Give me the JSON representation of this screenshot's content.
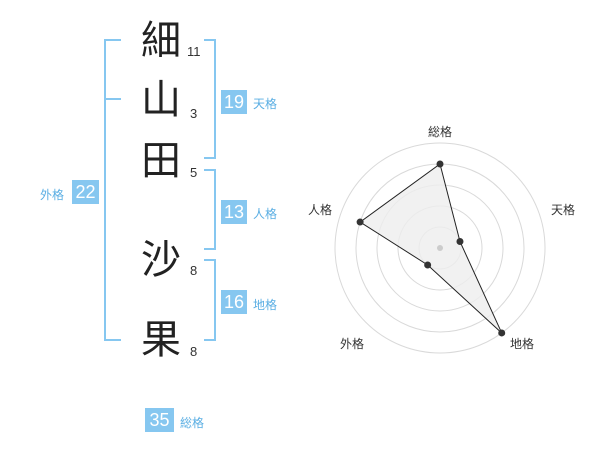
{
  "name": {
    "chars": [
      {
        "char": "細",
        "strokes": "11"
      },
      {
        "char": "山",
        "strokes": "3"
      },
      {
        "char": "田",
        "strokes": "5"
      },
      {
        "char": "沙",
        "strokes": "8"
      },
      {
        "char": "果",
        "strokes": "8"
      }
    ]
  },
  "kaku": {
    "tenkaku": {
      "value": "19",
      "label": "天格"
    },
    "jinkaku": {
      "value": "13",
      "label": "人格"
    },
    "chikaku": {
      "value": "16",
      "label": "地格"
    },
    "gaikaku": {
      "value": "22",
      "label": "外格"
    },
    "soukaku": {
      "value": "35",
      "label": "総格"
    }
  },
  "radar": {
    "labels": {
      "top": "総格",
      "right": "天格",
      "left": "人格",
      "bottom_left": "外格",
      "bottom_right": "地格"
    },
    "levels": 5,
    "values_order": [
      "総格",
      "天格",
      "地格",
      "外格",
      "人格"
    ],
    "values": [
      4,
      1,
      5,
      1,
      4
    ],
    "colors": {
      "ring": "#d9d9d9",
      "fill": "#eeeeee",
      "line": "#222222",
      "dot": "#333333",
      "center": "#cccccc"
    }
  },
  "colors": {
    "accent": "#86c7f0",
    "accent_text": "#5aaee3"
  }
}
